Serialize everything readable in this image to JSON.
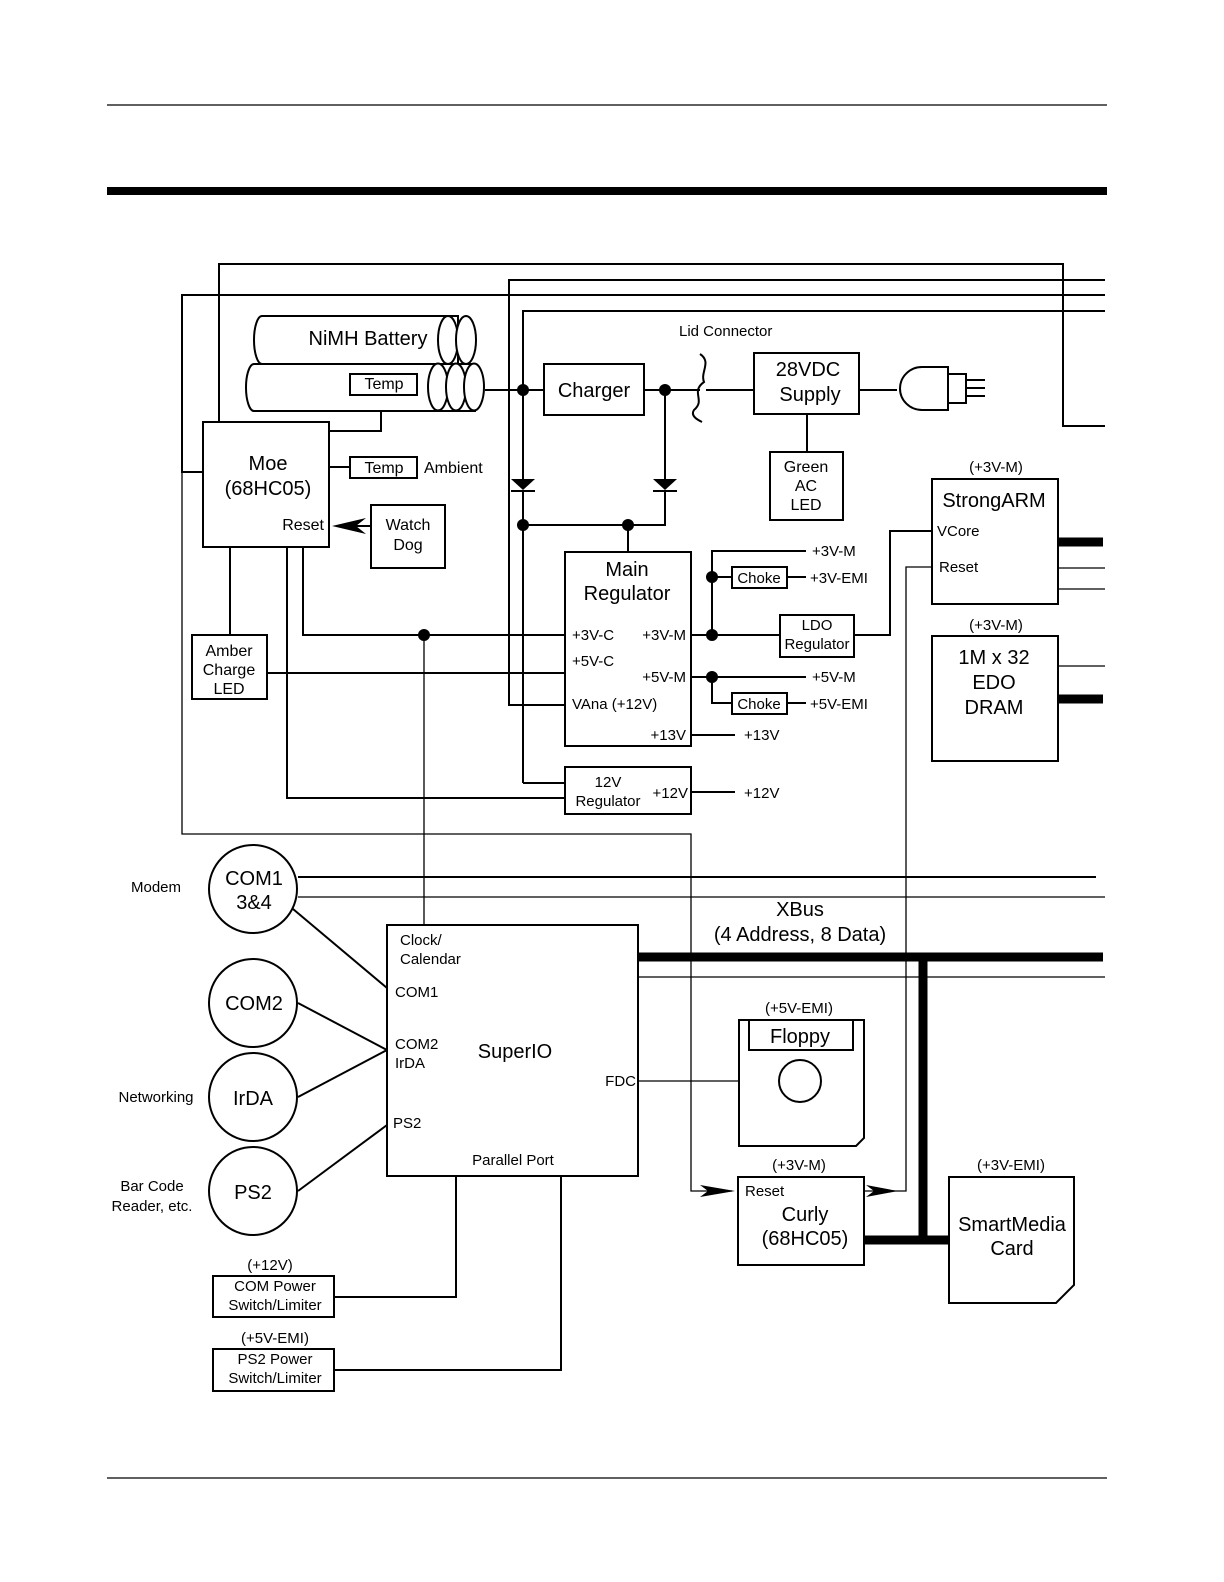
{
  "blocks": {
    "battery": "NiMH Battery",
    "battery_temp": "Temp",
    "charger": "Charger",
    "lid_connector": "Lid Connector",
    "supply_l1": "28VDC",
    "supply_l2": "Supply",
    "green_led": [
      "Green",
      "AC",
      "LED"
    ],
    "moe_l1": "Moe",
    "moe_l2": "(68HC05)",
    "moe_reset": "Reset",
    "ambient_temp": "Temp",
    "ambient": "Ambient",
    "watchdog": [
      "Watch",
      "Dog"
    ],
    "amber_led": [
      "Amber",
      "Charge",
      "LED"
    ],
    "main_reg": [
      "Main",
      "Regulator"
    ],
    "main_reg_pins": {
      "p3vc": "+3V-C",
      "p3vm": "+3V-M",
      "p5vc": "+5V-C",
      "p5vm": "+5V-M",
      "vana": "VAna (+12V)",
      "p13v": "+13V"
    },
    "reg12": [
      "12V",
      "Regulator"
    ],
    "reg12_out": "+12V",
    "choke": "Choke",
    "ldo": [
      "LDO",
      "Regulator"
    ],
    "rails": {
      "r3vm": "+3V-M",
      "r3vemi": "+3V-EMI",
      "r5vm": "+5V-M",
      "r5vemi": "+5V-EMI",
      "r13v": "+13V",
      "r12v": "+12V"
    },
    "strongarm_supply": "(+3V-M)",
    "strongarm": "StrongARM",
    "strongarm_vcore": "VCore",
    "strongarm_reset": "Reset",
    "dram_supply": "(+3V-M)",
    "dram": [
      "1M x 32",
      "EDO",
      "DRAM"
    ],
    "com1": [
      "COM1",
      "3&4"
    ],
    "com2": "COM2",
    "irda": "IrDA",
    "ps2": "PS2",
    "side_modem": "Modem",
    "side_networking": "Networking",
    "side_barcode": [
      "Bar Code",
      "Reader, etc."
    ],
    "xbus": [
      "XBus",
      "(4 Address, 8 Data)"
    ],
    "superio": "SuperIO",
    "superio_pins": {
      "clock": [
        "Clock/",
        "Calendar"
      ],
      "com1": "COM1",
      "com2": [
        "COM2",
        "IrDA"
      ],
      "ps2": "PS2",
      "fdc": "FDC",
      "parallel": "Parallel Port"
    },
    "floppy_supply": "(+5V-EMI)",
    "floppy": "Floppy",
    "curly_supply": "(+3V-M)",
    "curly_reset": "Reset",
    "curly": [
      "Curly",
      "(68HC05)"
    ],
    "smartmedia_supply": "(+3V-EMI)",
    "smartmedia": [
      "SmartMedia",
      "Card"
    ],
    "com_power_supply": "(+12V)",
    "com_power": [
      "COM Power",
      "Switch/Limiter"
    ],
    "ps2_power_supply": "(+5V-EMI)",
    "ps2_power": [
      "PS2 Power",
      "Switch/Limiter"
    ]
  }
}
